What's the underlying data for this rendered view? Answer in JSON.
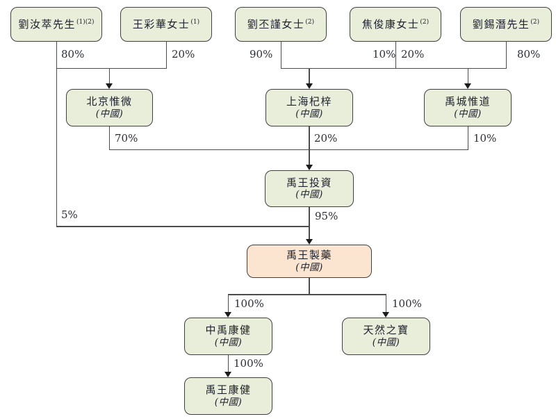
{
  "diagram_title": "corporate-shareholding-structure",
  "people": [
    {
      "name": "劉汝萃先生",
      "note": "(1)(2)"
    },
    {
      "name": "王彩華女士",
      "note": "(1)"
    },
    {
      "name": "劉丕謹女士",
      "note": "(2)"
    },
    {
      "name": "焦俊康女士",
      "note": "(2)"
    },
    {
      "name": "劉錫潛先生",
      "note": "(2)"
    }
  ],
  "companies": [
    {
      "name": "北京惟微",
      "jurisdiction": "(中國)"
    },
    {
      "name": "上海杞梓",
      "jurisdiction": "(中國)"
    },
    {
      "name": "禹城惟道",
      "jurisdiction": "(中國)"
    },
    {
      "name": "禹王投資",
      "jurisdiction": "(中國)"
    },
    {
      "name": "禹王製藥",
      "jurisdiction": "(中國)"
    },
    {
      "name": "中禹康健",
      "jurisdiction": "(中國)"
    },
    {
      "name": "天然之寶",
      "jurisdiction": "(中國)"
    },
    {
      "name": "禹王康健",
      "jurisdiction": "(中國)"
    }
  ],
  "ownership": {
    "liu_ruzui_to_beijing": "80%",
    "wang_caihua_to_beijing": "20%",
    "liu_pijin_to_shanghai": "90%",
    "jiao_junkang_to_shanghai": "10%",
    "jiao_junkang_to_yucheng": "20%",
    "liu_xiqian_to_yucheng": "80%",
    "beijing_to_investment": "70%",
    "shanghai_to_investment": "20%",
    "yucheng_to_investment": "10%",
    "liu_ruzui_to_pharma": "5%",
    "investment_to_pharma": "95%",
    "pharma_to_zhongyu": "100%",
    "pharma_to_natural": "100%",
    "zhongyu_to_yuwang_health": "100%"
  },
  "colors": {
    "node_fill": "#e9eedb",
    "highlight_fill": "#fbe4d0",
    "node_border": "#3f3f3f",
    "connector": "#4c4c4c",
    "text": "#20222e"
  }
}
